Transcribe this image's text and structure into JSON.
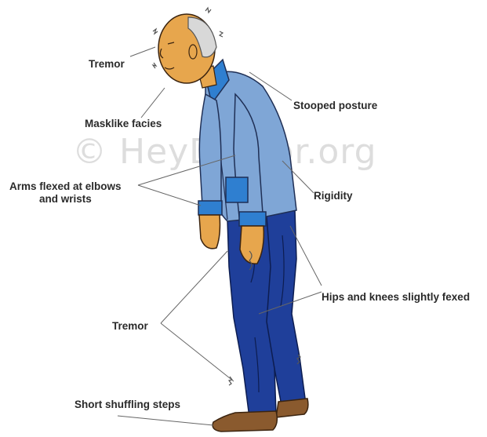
{
  "watermark": "© HeyDoctor.org",
  "labels": {
    "tremor_head": "Tremor",
    "masklike": "Masklike facies",
    "stooped": "Stooped posture",
    "arms_line1": "Arms flexed at elbows",
    "arms_line2": "and wrists",
    "rigidity": "Rigidity",
    "hips": "Hips and knees slightly fexed",
    "tremor_limbs": "Tremor",
    "shuffling": "Short shuffling steps"
  },
  "colors": {
    "shirt": "#7fa6d6",
    "cuffs": "#2f7fd0",
    "trousers": "#1f3f9a",
    "skin": "#e7a64d",
    "hair": "#d8d8d8",
    "shoes": "#8a5a2e"
  }
}
